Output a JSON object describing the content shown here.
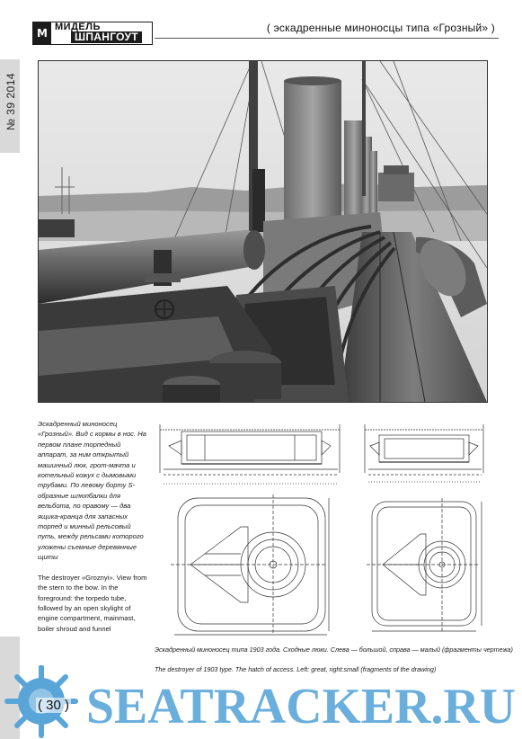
{
  "header": {
    "logo_mark": "M",
    "logo_top": "МИДЕЛЬ",
    "logo_bottom": "ШПАНГОУТ",
    "section_title": "( эскадренные миноносцы типа «Грозный» )"
  },
  "issue": "№ 39 2014",
  "photo_caption": {
    "ru": "Эскадренный миноносец «Грозный». Вид с кормы в нос. На первом плане торпедный аппарат, за ним открытый машинный люк, грот-мачта и котельный кожух с дымовыми трубами. По левому борту S-образные шлюпбалки для вельбота, по правому — два ящика-кранца для запасных торпед и минный рельсовый путь, между рельсами которого уложены съемные деревянные щиты",
    "en": "The destroyer «Groznyi». View from the stern to the bow. In the foreground: the torpedo tube, followed by an open skylight of engine compartment, mainmast, boiler shroud and funnel"
  },
  "drawing_caption": {
    "ru": "Эскадренный миноносец типа 1903 года. Сходные люки. Слева — большой, справа — малый (фрагменты чертежа)",
    "en": "The destroyer of 1903 type. The hatch of access. Left: great, right:small (fragments of the drawing)"
  },
  "page_number": "( 30 )",
  "watermark": {
    "text": "SEATRACKER.RU",
    "color": "#5aa5d8"
  }
}
